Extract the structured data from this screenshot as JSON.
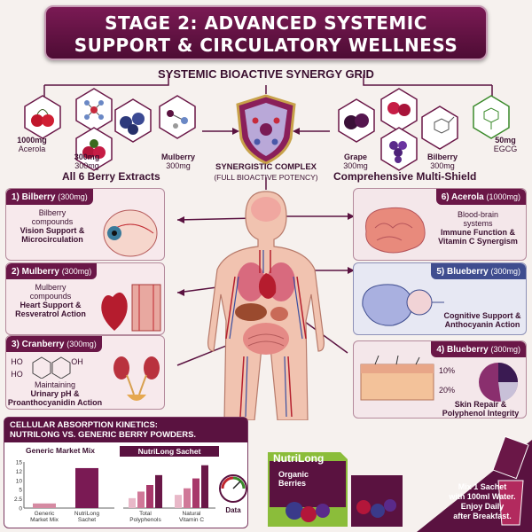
{
  "header": {
    "line1": "STAGE 2: ADVANCED SYSTEMIC",
    "line2": "SUPPORT & CIRCULATORY WELLNESS"
  },
  "grid_title": "SYSTEMIC BIOACTIVE SYNERGY GRID",
  "left_group": {
    "items": [
      {
        "name": "",
        "dose": "1000mg\nAcerola"
      },
      {
        "name": "",
        "dose": "300mg\n300mg"
      },
      {
        "name": "Mulberry",
        "dose": "300mg"
      }
    ],
    "acerola_dose": "1000mg",
    "acerola_name": "Acerola",
    "mid_dose_a": "300mg",
    "mid_dose_b": "300mg",
    "mulberry_name": "Mulberry",
    "mulberry_dose": "300mg",
    "label": "All 6 Berry Extracts"
  },
  "center": {
    "line1": "SYNERGISTIC COMPLEX",
    "line2": "(FULL BIOACTIVE POTENCY)"
  },
  "right_group": {
    "grape_name": "Grape",
    "grape_dose": "300mg",
    "bilberry_name": "Bilberry",
    "bilberry_dose": "300mg",
    "egcg_dose": "50mg",
    "egcg_name": "EGCG",
    "label": "Comprehensive Multi-Shield"
  },
  "panels": {
    "p1": {
      "num": "1) Bilberry",
      "mg": "(300mg)",
      "l1": "Bilberry",
      "l2": "compounds",
      "l3": "Vision Support &",
      "l4": "Microcirculation"
    },
    "p2": {
      "num": "2) Mulberry",
      "mg": "(300mg)",
      "l1": "Mulberry",
      "l2": "compounds",
      "l3": "Heart Support &",
      "l4": "Resveratrol Action"
    },
    "p3": {
      "num": "3) Cranberry",
      "mg": "(300mg)",
      "ho1": "HO",
      "ho2": "OH",
      "ho3": "HO",
      "l1": "Maintaining",
      "l2": "Urinary pH &",
      "l3": "Proanthocyanidin Action"
    },
    "p6": {
      "num": "6) Acerola",
      "mg": "(1000mg)",
      "l1": "Blood-brain",
      "l2": "systems",
      "l3": "Immune Function &",
      "l4": "Vitamin C Synergism"
    },
    "p5": {
      "num": "5) Blueberry",
      "mg": "(300mg)",
      "l1": "Cognitive Support &",
      "l2": "Anthocyanin Action"
    },
    "p4": {
      "num": "4) Blueberry",
      "mg": "(300mg)",
      "pct1": "10%",
      "pct2": "20%",
      "l1": "Skin Repair &",
      "l2": "Polyphenol Integrity"
    }
  },
  "kinetics": {
    "title1": "CELLULAR ABSORPTION KINETICS:",
    "title2": "NUTRILONG VS. GENERIC BERRY POWDERS.",
    "left_head": "Generic Market Mix",
    "right_head": "NutriLong Sachet",
    "gauge_label": "Data"
  },
  "chart_data": [
    {
      "type": "bar",
      "categories": [
        "Generic Market Mix",
        "NutriLong Sachet"
      ],
      "yticks": [
        "0",
        "2.5",
        "5",
        "10",
        "12",
        "15"
      ],
      "values": [
        1.5,
        13
      ],
      "ylim": [
        0,
        15
      ],
      "xlabels": [
        "Generic\nMarket Mix",
        "NutriLong\nSachet"
      ]
    },
    {
      "type": "bar",
      "categories": [
        "Total Polyphenols",
        "Natural Vitamin C"
      ],
      "series": [
        {
          "values": [
            3,
            4
          ]
        },
        {
          "values": [
            5,
            6
          ]
        },
        {
          "values": [
            7,
            9
          ]
        },
        {
          "values": [
            10,
            13
          ]
        }
      ],
      "xlabels": [
        "Total\nPolyphenols",
        "Natural\nVitamin C"
      ]
    }
  ],
  "product": {
    "brand": "NutriLong",
    "name1": "Organic",
    "name2": "Berries"
  },
  "sachet": {
    "l1": "Mix 1 Sachet",
    "l2": "with 100ml Water.",
    "l3": "Enjoy Daily",
    "l4": "after Breakfast."
  },
  "colors": {
    "maroon": "#5a1240",
    "accent": "#7a1a54",
    "panel": "#f4e7ea",
    "blue": "#3f4d8f"
  }
}
